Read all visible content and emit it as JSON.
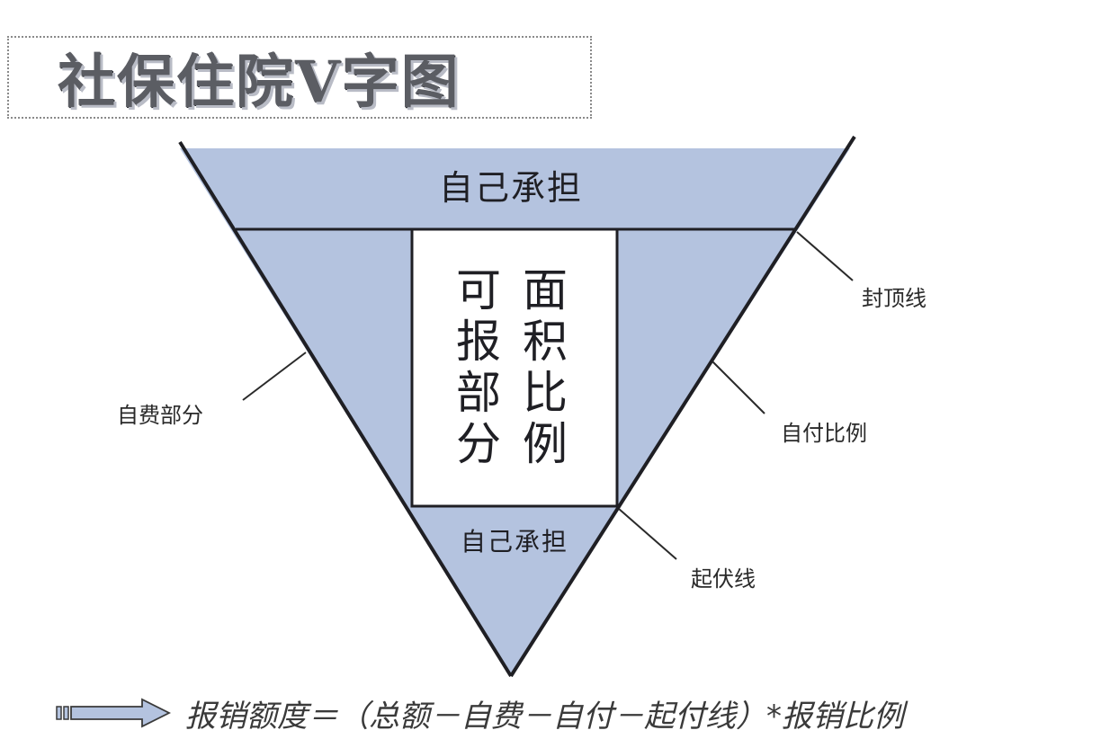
{
  "title": "社保住院V字图",
  "regions": {
    "top_self_pay": "自己承担",
    "bottom_self_pay": "自己承担",
    "center_col1": [
      "可",
      "报",
      "部",
      "分"
    ],
    "center_col2": [
      "面",
      "积",
      "比",
      "例"
    ]
  },
  "callouts": {
    "cap_line": "封顶线",
    "self_pay_ratio": "自付比例",
    "deductible_line": "起伏线",
    "self_expense_part": "自费部分"
  },
  "formula": "报销额度＝（总额－自费－自付－起付线）*报销比例",
  "colors": {
    "fill_blue": "#b4c3df",
    "stroke": "#1f1f24",
    "center_fill": "#ffffff",
    "arrow_fill": "#b4c3df"
  }
}
